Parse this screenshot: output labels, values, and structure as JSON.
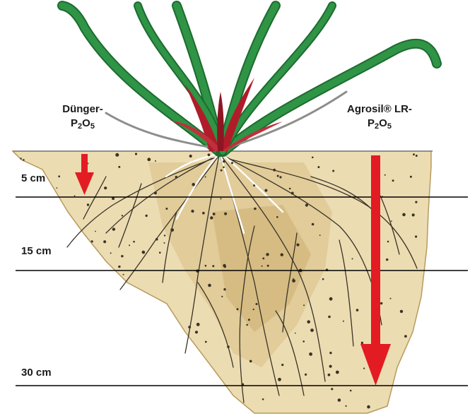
{
  "labels": {
    "left_line1": "Dünger-",
    "left_formula": {
      "p": "P",
      "p_sub": "2",
      "o": "O",
      "o_sub": "5"
    },
    "right_line1": "Agrosil® LR-",
    "right_formula": {
      "p": "P",
      "p_sub": "2",
      "o": "O",
      "o_sub": "5"
    }
  },
  "depths": [
    {
      "label": "5 cm"
    },
    {
      "label": "15 cm"
    },
    {
      "label": "30 cm"
    }
  ],
  "colors": {
    "arrow": "#e31b23",
    "leaf": "#2f9445",
    "leaf_dark": "#1d6b30",
    "leaf_base": "#b01c2a",
    "soil": "#ecdcb2",
    "soil_dark": "#b89a5c",
    "root": "#3a3326",
    "line": "#000000"
  }
}
